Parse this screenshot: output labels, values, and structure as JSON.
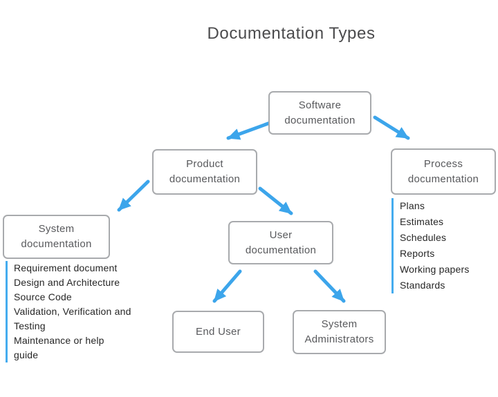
{
  "title": "Documentation Types",
  "nodes": {
    "software": {
      "label": "Software documentation"
    },
    "product": {
      "label": "Product documentation"
    },
    "process": {
      "label": "Process documentation"
    },
    "system": {
      "label": "System documentation"
    },
    "user": {
      "label": "User documentation"
    },
    "end_user": {
      "label": "End User"
    },
    "system_admins": {
      "label": "System Administrators"
    }
  },
  "edges": [
    {
      "from": "software",
      "to": "product"
    },
    {
      "from": "software",
      "to": "process"
    },
    {
      "from": "product",
      "to": "system"
    },
    {
      "from": "product",
      "to": "user"
    },
    {
      "from": "user",
      "to": "end_user"
    },
    {
      "from": "user",
      "to": "system_admins"
    }
  ],
  "system_list": {
    "items": [
      "Requirement document",
      "Design and Architecture",
      "Source Code",
      "Validation, Verification and\nTesting",
      "Maintenance or help\nguide"
    ]
  },
  "process_list": {
    "items": [
      "Plans",
      "Estimates",
      "Schedules",
      "Reports",
      "Working papers",
      "Standards"
    ]
  },
  "colors": {
    "arrow_blue": "#3CA5EB",
    "list_bar_blue": "#45ACEF",
    "box_border_gray": "#A8AAAD",
    "box_text_gray": "#58595C",
    "list_text_dark": "#262626",
    "title_gray": "#4B4B4D"
  }
}
